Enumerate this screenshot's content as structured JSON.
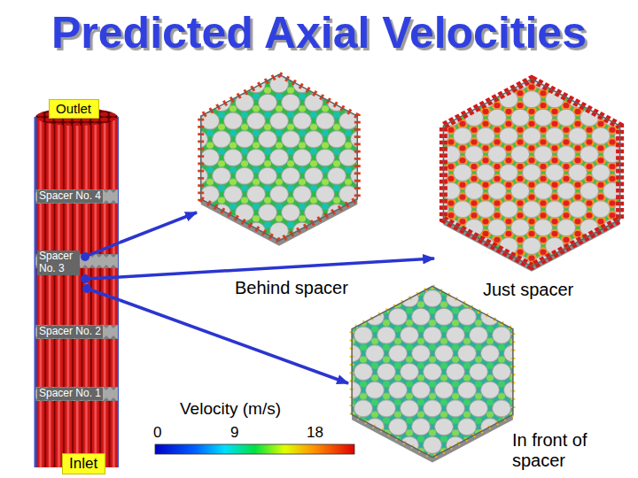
{
  "diagram": {
    "title": "Predicted Axial Velocities",
    "nodes": [
      {
        "text": [
          "Spacer No. 4",
          "Spacer No. 3",
          "Spacer No. 2",
          "Spacer No. 1"
        ]
      },
      {
        "text": [
          "Outlet"
        ],
        "in": 0
      },
      {
        "text": [
          "Inlet"
        ],
        "in": 0
      },
      {
        "text": [
          "Behind spacer"
        ]
      },
      {
        "text": [
          "Just spacer"
        ]
      },
      {
        "text": [
          "In front of spacer"
        ]
      }
    ],
    "edges": [
      {
        "from": 0,
        "to": 3,
        "arrow": "to"
      },
      {
        "from": 0,
        "to": 4,
        "arrow": "to"
      },
      {
        "from": 0,
        "to": 5,
        "arrow": "to"
      }
    ],
    "labels": [
      "Velocity (m/s)",
      "0",
      "9",
      "18"
    ]
  }
}
